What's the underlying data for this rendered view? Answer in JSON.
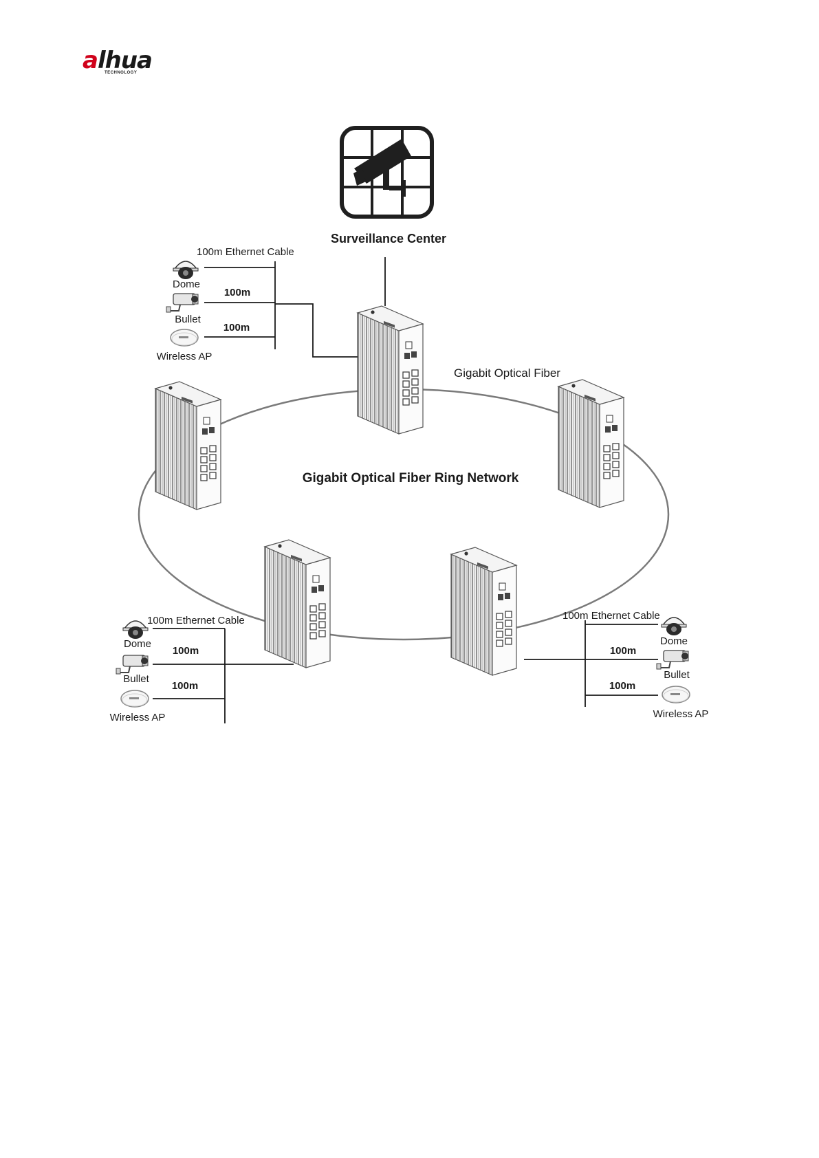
{
  "brand": {
    "name": "alhua",
    "tagline": "TECHNOLOGY"
  },
  "colors": {
    "brand_red": "#d0021b",
    "line": "#1a1a1a",
    "ring": "#7a7a7a"
  },
  "diagram": {
    "center_label": "Surveillance Center",
    "fiber_label": "Gigabit Optical Fiber",
    "ring_label": "Gigabit Optical Fiber Ring Network",
    "clusters": [
      {
        "cable_label": "100m Ethernet Cable",
        "dome": "Dome",
        "bullet": "Bullet",
        "ap": "Wireless AP",
        "dist1": "100m",
        "dist2": "100m"
      },
      {
        "cable_label": "100m Ethernet Cable",
        "dome": "Dome",
        "bullet": "Bullet",
        "ap": "Wireless AP",
        "dist1": "100m",
        "dist2": "100m"
      },
      {
        "cable_label": "100m Ethernet Cable",
        "dome": "Dome",
        "bullet": "Bullet",
        "ap": "Wireless AP",
        "dist1": "100m",
        "dist2": "100m"
      }
    ]
  }
}
